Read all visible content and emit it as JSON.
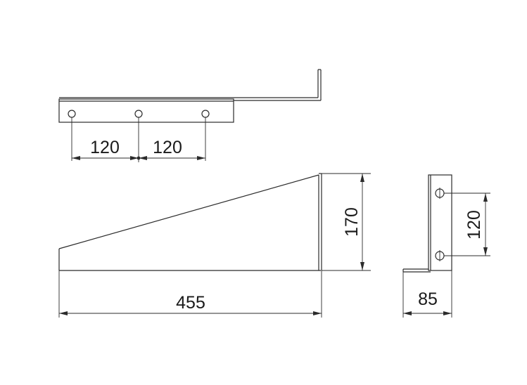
{
  "top_view": {
    "spacing_left": "120",
    "spacing_right": "120"
  },
  "side_view": {
    "height": "170",
    "length": "455"
  },
  "end_view": {
    "hole_spacing": "120",
    "width": "85"
  }
}
